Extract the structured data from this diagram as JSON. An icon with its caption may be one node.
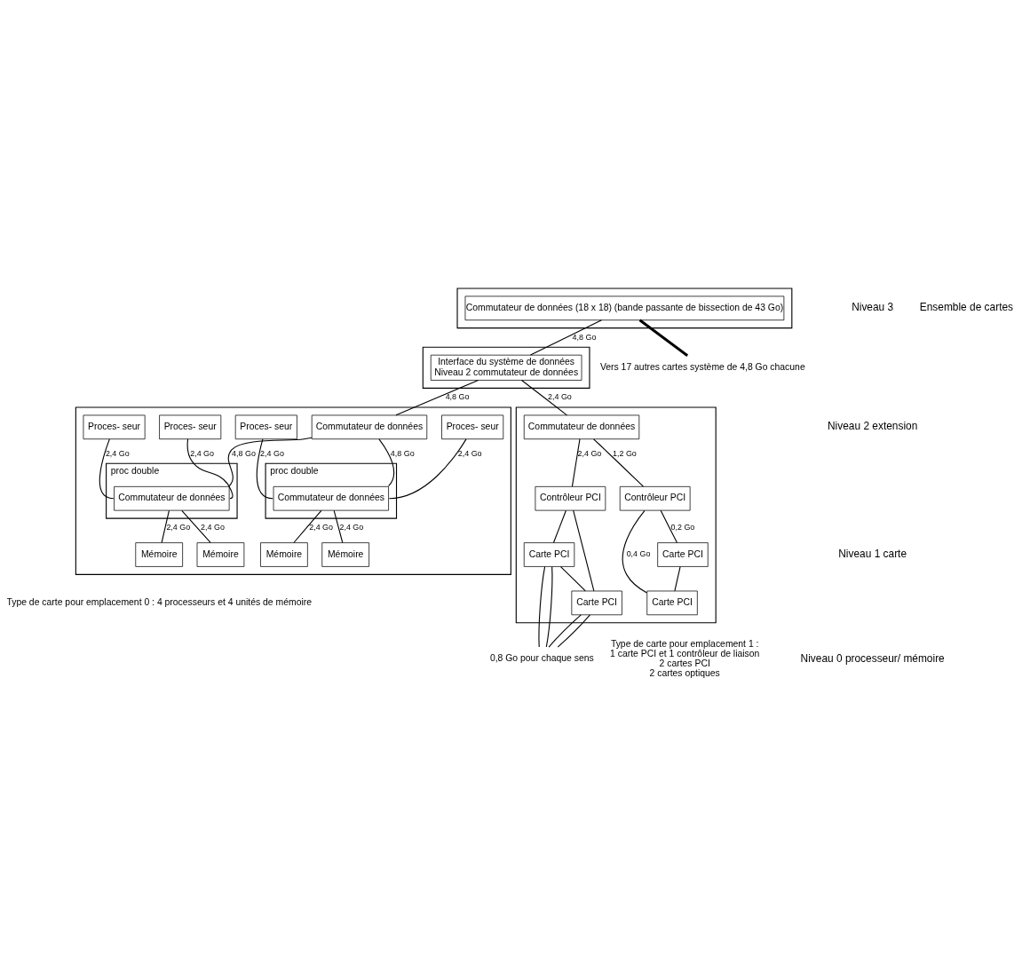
{
  "diagram": {
    "nodes": [
      {
        "text": [],
        "shape": "box"
      },
      {
        "text": [
          "Commutateur de données (18 x 18) (bande passante de bissection de 43 Go)"
        ],
        "in": 0
      },
      {
        "text": [],
        "shape": "box"
      },
      {
        "text": [
          "Interface du système de données",
          "Niveau 2 commutateur de données"
        ],
        "in": 2
      },
      {
        "text": [],
        "shape": "box",
        "beside": [
          "Type de carte pour emplacement 0 : 4 processeurs et 4 unités de mémoire"
        ]
      },
      {
        "text": [
          "Commutateur de données"
        ],
        "in": 4
      },
      {
        "text": [
          "Proces- seur"
        ],
        "in": 4
      },
      {
        "text": [
          "Proces- seur"
        ],
        "in": 4
      },
      {
        "text": [
          "Proces- seur"
        ],
        "in": 4
      },
      {
        "text": [
          "Proces- seur"
        ],
        "in": 4
      },
      {
        "text": [
          "proc double"
        ],
        "in": 4
      },
      {
        "text": [
          "Commutateur de données"
        ],
        "in": 10
      },
      {
        "text": [
          "proc double"
        ],
        "in": 4
      },
      {
        "text": [
          "Commutateur de données"
        ],
        "in": 12
      },
      {
        "text": [
          "Mémoire"
        ],
        "in": 4
      },
      {
        "text": [
          "Mémoire"
        ],
        "in": 4
      },
      {
        "text": [
          "Mémoire"
        ],
        "in": 4
      },
      {
        "text": [
          "Mémoire"
        ],
        "in": 4
      },
      {
        "text": [],
        "shape": "box",
        "beside": [
          "Type de carte pour emplacement 1 :",
          "1 carte PCI et 1 contrôleur de liaison",
          "2 cartes PCI",
          "2 cartes optiques"
        ]
      },
      {
        "text": [
          "Commutateur de données"
        ],
        "in": 18
      },
      {
        "text": [
          "Contrôleur PCI"
        ],
        "in": 18
      },
      {
        "text": [
          "Contrôleur PCI"
        ],
        "in": 18
      },
      {
        "text": [
          "Carte PCI"
        ],
        "in": 18
      },
      {
        "text": [
          "Carte PCI"
        ],
        "in": 18
      },
      {
        "text": [
          "Carte PCI"
        ],
        "in": 18
      },
      {
        "text": [
          "Carte PCI"
        ],
        "in": 18
      },
      {
        "text": [
          "Vers 17 autres cartes système de 4,8 Go chacune"
        ]
      },
      {
        "text": [
          "0,8 Go pour chaque sens"
        ]
      }
    ],
    "edges": [
      {
        "from": 1,
        "to": 3,
        "arrow": "none",
        "label": "4,8 Go"
      },
      {
        "from": 3,
        "to": 5,
        "arrow": "none",
        "label": "4,8 Go"
      },
      {
        "from": 3,
        "to": 19,
        "arrow": "none",
        "label": "2,4 Go"
      },
      {
        "from": 5,
        "to": 11,
        "arrow": "none",
        "label": "4,8 Go"
      },
      {
        "from": 5,
        "to": 13,
        "arrow": "none",
        "label": "4,8 Go"
      },
      {
        "from": 6,
        "to": 11,
        "arrow": "none",
        "label": "2,4 Go"
      },
      {
        "from": 7,
        "to": 11,
        "arrow": "none",
        "label": "2,4 Go"
      },
      {
        "from": 8,
        "to": 13,
        "arrow": "none",
        "label": "2,4 Go"
      },
      {
        "from": 9,
        "to": 13,
        "arrow": "none",
        "label": "2,4 Go"
      },
      {
        "from": 11,
        "to": 14,
        "arrow": "none",
        "label": "2,4 Go"
      },
      {
        "from": 11,
        "to": 15,
        "arrow": "none",
        "label": "2,4 Go"
      },
      {
        "from": 13,
        "to": 16,
        "arrow": "none",
        "label": "2,4 Go"
      },
      {
        "from": 13,
        "to": 17,
        "arrow": "none",
        "label": "2,4 Go"
      },
      {
        "from": 19,
        "to": 20,
        "arrow": "none",
        "label": "1,2 Go"
      },
      {
        "from": 19,
        "to": 21,
        "arrow": "none",
        "label": "2,4 Go"
      },
      {
        "from": 20,
        "to": 22,
        "arrow": "none",
        "label": "0,2 Go"
      },
      {
        "from": 20,
        "to": 24,
        "arrow": "none",
        "label": "0,4 Go"
      },
      {
        "from": 22,
        "to": 24,
        "arrow": "none"
      },
      {
        "from": 21,
        "to": 23,
        "arrow": "none"
      },
      {
        "from": 21,
        "to": 25,
        "arrow": "none"
      },
      {
        "from": 23,
        "to": 25,
        "arrow": "none"
      },
      {
        "from": 1,
        "to": 26,
        "arrow": "none",
        "style": "thick"
      },
      {
        "from": 23,
        "to": 27,
        "arrow": "none"
      },
      {
        "from": 23,
        "to": 27,
        "arrow": "none"
      },
      {
        "from": 25,
        "to": 27,
        "arrow": "none"
      },
      {
        "from": 25,
        "to": 27,
        "arrow": "none"
      }
    ],
    "labels": [
      "Niveau 3",
      "Niveau 2 extension",
      "Niveau 1 carte",
      "Niveau 0 processeur/ mémoire",
      "Ensemble de cartes"
    ]
  }
}
